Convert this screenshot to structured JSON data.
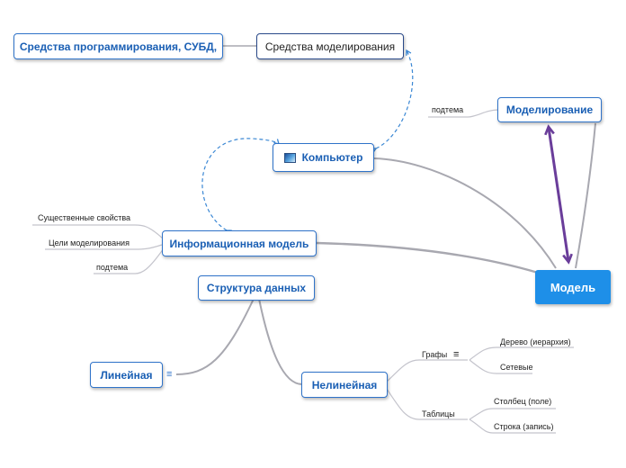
{
  "root": {
    "label": "Модель"
  },
  "nodes": {
    "modeling": "Моделирование",
    "computer": "Компьютер",
    "modeling_tools": "Средства моделирования",
    "programming_tools": "Средства программирования, СУБД,",
    "info_model": "Информационная модель",
    "data_structure": "Структура данных",
    "linear": "Линейная",
    "nonlinear": "Нелинейная"
  },
  "subtopics": {
    "modeling_sub": "подтема",
    "essential_props": "Существенные свойства",
    "modeling_goals": "Цели моделирования",
    "info_sub": "подтема",
    "graphs": "Графы",
    "tree": "Дерево (иерархия)",
    "network": "Сетевые",
    "tables": "Таблицы",
    "column": "Столбец (поле)",
    "row": "Строка (запись)"
  },
  "icons": {
    "computer": "computer-icon",
    "notes_linear": "notes-icon",
    "notes_graphs": "notes-icon",
    "notes_glyph": "≡"
  },
  "colors": {
    "topic_text": "#1a5fb4",
    "topic_border": "#2f73c9",
    "root_fill": "#1e8fe8",
    "branch_line": "#a8a8b0",
    "dashed_relation": "#3a87d4",
    "arrow_relation": "#6a3d9a"
  }
}
